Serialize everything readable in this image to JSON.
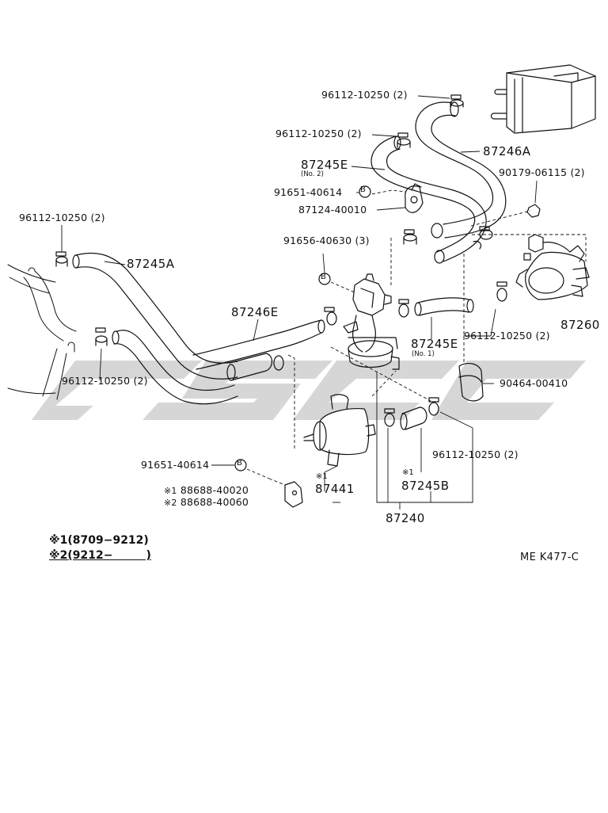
{
  "diagram": {
    "reference_code": "ME K477-C",
    "watermark_text": "CSSC",
    "parts": [
      {
        "id": "p1",
        "number": "96112-10250",
        "qty": "(2)"
      },
      {
        "id": "p2",
        "number": "96112-10250",
        "qty": "(2)"
      },
      {
        "id": "p3",
        "number": "87245E",
        "note": "(No. 2)"
      },
      {
        "id": "p4",
        "number": "91651-40614"
      },
      {
        "id": "p5",
        "number": "87124-40010"
      },
      {
        "id": "p6",
        "number": "87246A"
      },
      {
        "id": "p7",
        "number": "90179-06115",
        "qty": "(2)"
      },
      {
        "id": "p8",
        "number": "96112-10250",
        "qty": "(2)"
      },
      {
        "id": "p9",
        "number": "87245A"
      },
      {
        "id": "p10",
        "number": "91656-40630",
        "qty": "(3)"
      },
      {
        "id": "p11",
        "number": "87246E"
      },
      {
        "id": "p12",
        "number": "87245E",
        "note": "(No. 1)"
      },
      {
        "id": "p13",
        "number": "96112-10250",
        "qty": "(2)"
      },
      {
        "id": "p14",
        "number": "87260"
      },
      {
        "id": "p15",
        "number": "96112-10250",
        "qty": "(2)"
      },
      {
        "id": "p16",
        "number": "90464-00410"
      },
      {
        "id": "p17",
        "number": "96112-10250",
        "qty": "(2)"
      },
      {
        "id": "p18",
        "number": "91651-40614"
      },
      {
        "id": "p19",
        "number": "88688-40020",
        "mark": "※1"
      },
      {
        "id": "p20",
        "number": "88688-40060",
        "mark": "※2"
      },
      {
        "id": "p21",
        "number": "87441",
        "mark": "※1"
      },
      {
        "id": "p22",
        "number": "87245B",
        "mark": "※1"
      },
      {
        "id": "p23",
        "number": "87240"
      }
    ],
    "circle_marker": "B",
    "legend": [
      {
        "mark": "※1",
        "range": "(8709−9212)"
      },
      {
        "mark": "※2",
        "range": "(9212−　　　)"
      }
    ]
  },
  "colors": {
    "line": "#111111",
    "watermark": "#d4d4d4"
  }
}
